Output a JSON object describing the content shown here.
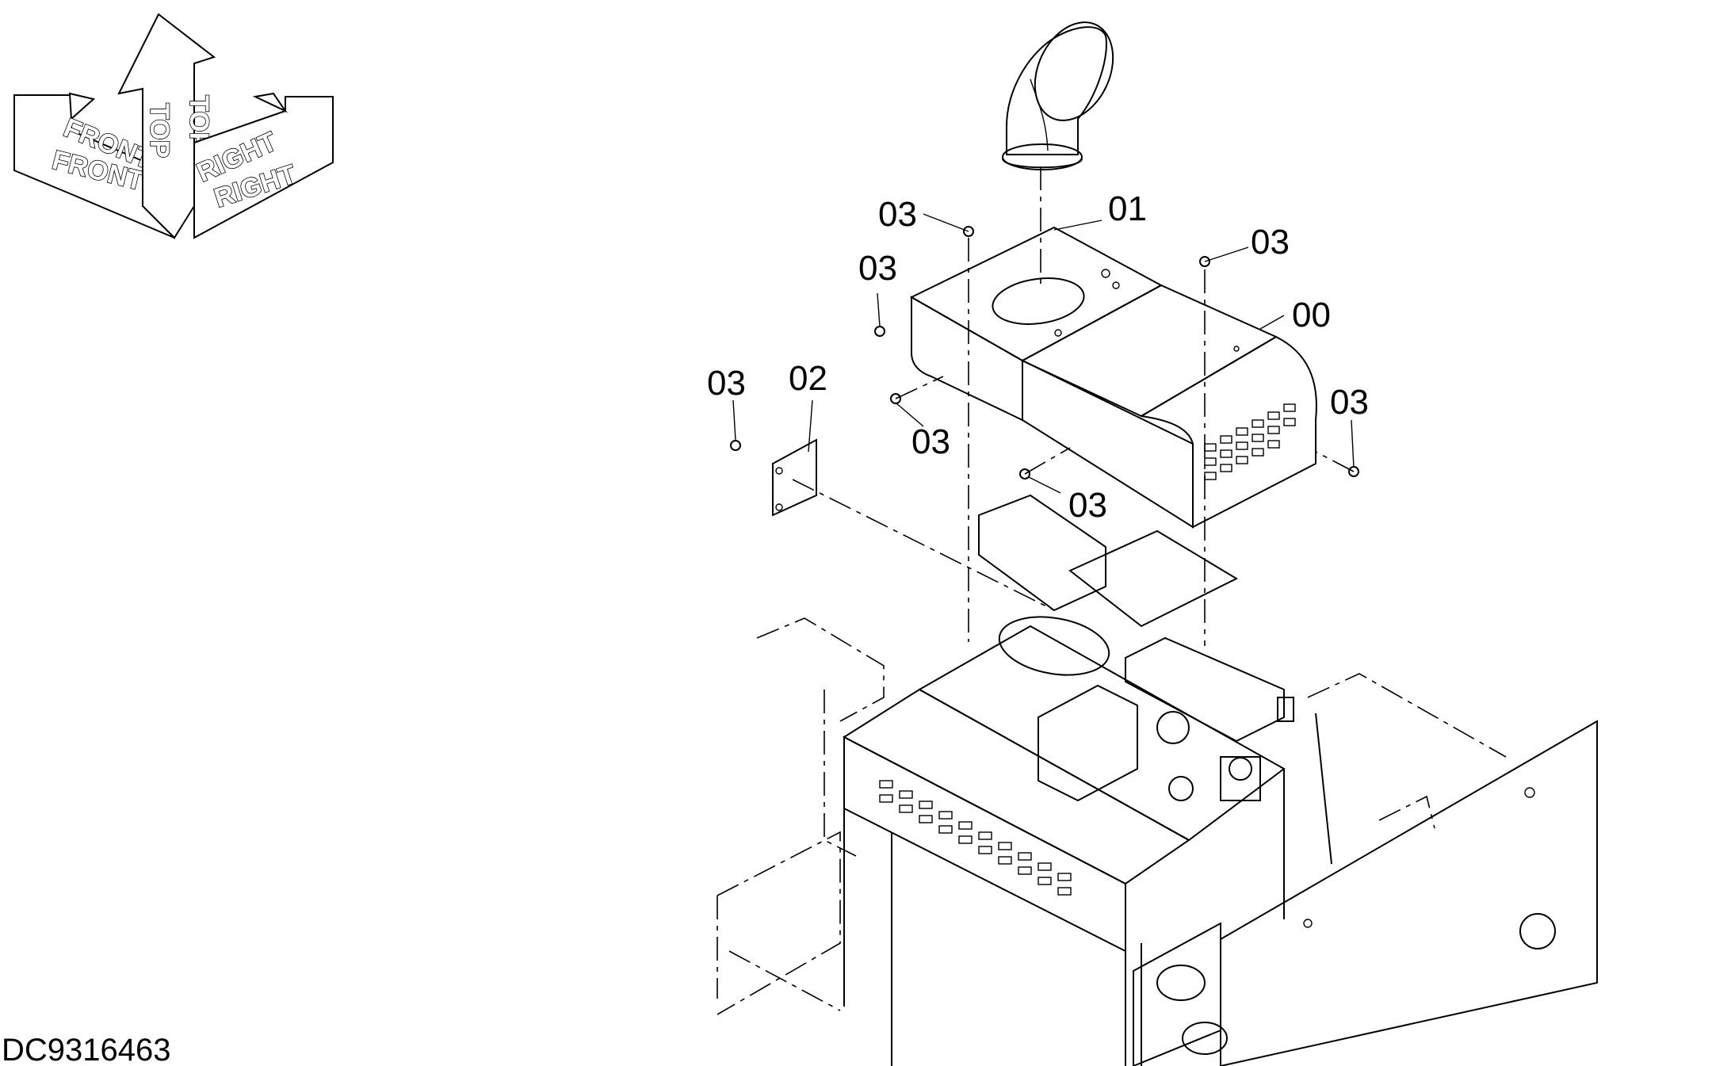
{
  "orientation": {
    "front": "FRONT",
    "top": "TOP",
    "right": "RIGHT"
  },
  "callouts": {
    "c00": "00",
    "c01": "01",
    "c02": "02",
    "c03": "03"
  },
  "document_id": "DC9316463"
}
